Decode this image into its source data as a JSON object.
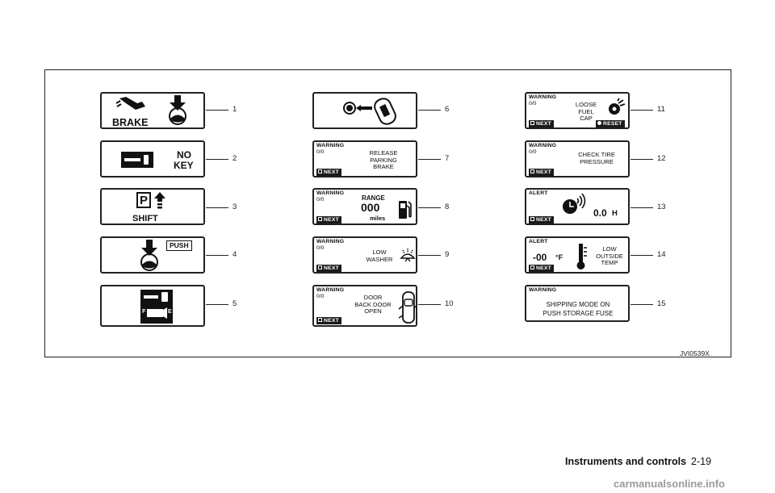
{
  "figure": {
    "code": "JVI0539X",
    "callouts": [
      "1",
      "2",
      "3",
      "4",
      "5",
      "6",
      "7",
      "8",
      "9",
      "10",
      "11",
      "12",
      "13",
      "14",
      "15"
    ],
    "next_label": "NEXT",
    "reset_label": "RESET",
    "warning_header": "WARNING",
    "alert_header": "ALERT",
    "count": "0/0",
    "panels": {
      "p1": {
        "text": "BRAKE"
      },
      "p2": {
        "line1": "NO",
        "line2": "KEY"
      },
      "p3": {
        "letter": "P",
        "text": "SHIFT"
      },
      "p4": {
        "text": "PUSH"
      },
      "p5": {
        "f": "F",
        "e": "E"
      },
      "p7": {
        "message": [
          "RELEASE",
          "PARKING",
          "BRAKE"
        ]
      },
      "p8": {
        "range": "RANGE",
        "value": "000",
        "unit": "miles"
      },
      "p9": {
        "message": [
          "LOW",
          "WASHER"
        ]
      },
      "p10": {
        "message": [
          "DOOR",
          "BACK DOOR",
          "OPEN"
        ]
      },
      "p11": {
        "message": [
          "LOOSE",
          "FUEL",
          "CAP"
        ]
      },
      "p12": {
        "message": [
          "CHECK TIRE",
          "PRESSURE"
        ]
      },
      "p13": {
        "value": "0.0",
        "unit": "H"
      },
      "p14": {
        "temp": "-00",
        "deg": "°F",
        "message": [
          "LOW",
          "OUTSIDE",
          "TEMP"
        ]
      },
      "p15": {
        "message": [
          "SHIPPING MODE ON",
          "PUSH STORAGE FUSE"
        ]
      }
    }
  },
  "footer": {
    "section": "Instruments and controls",
    "page": "2-19",
    "watermark": "carmanualsonline.info"
  }
}
